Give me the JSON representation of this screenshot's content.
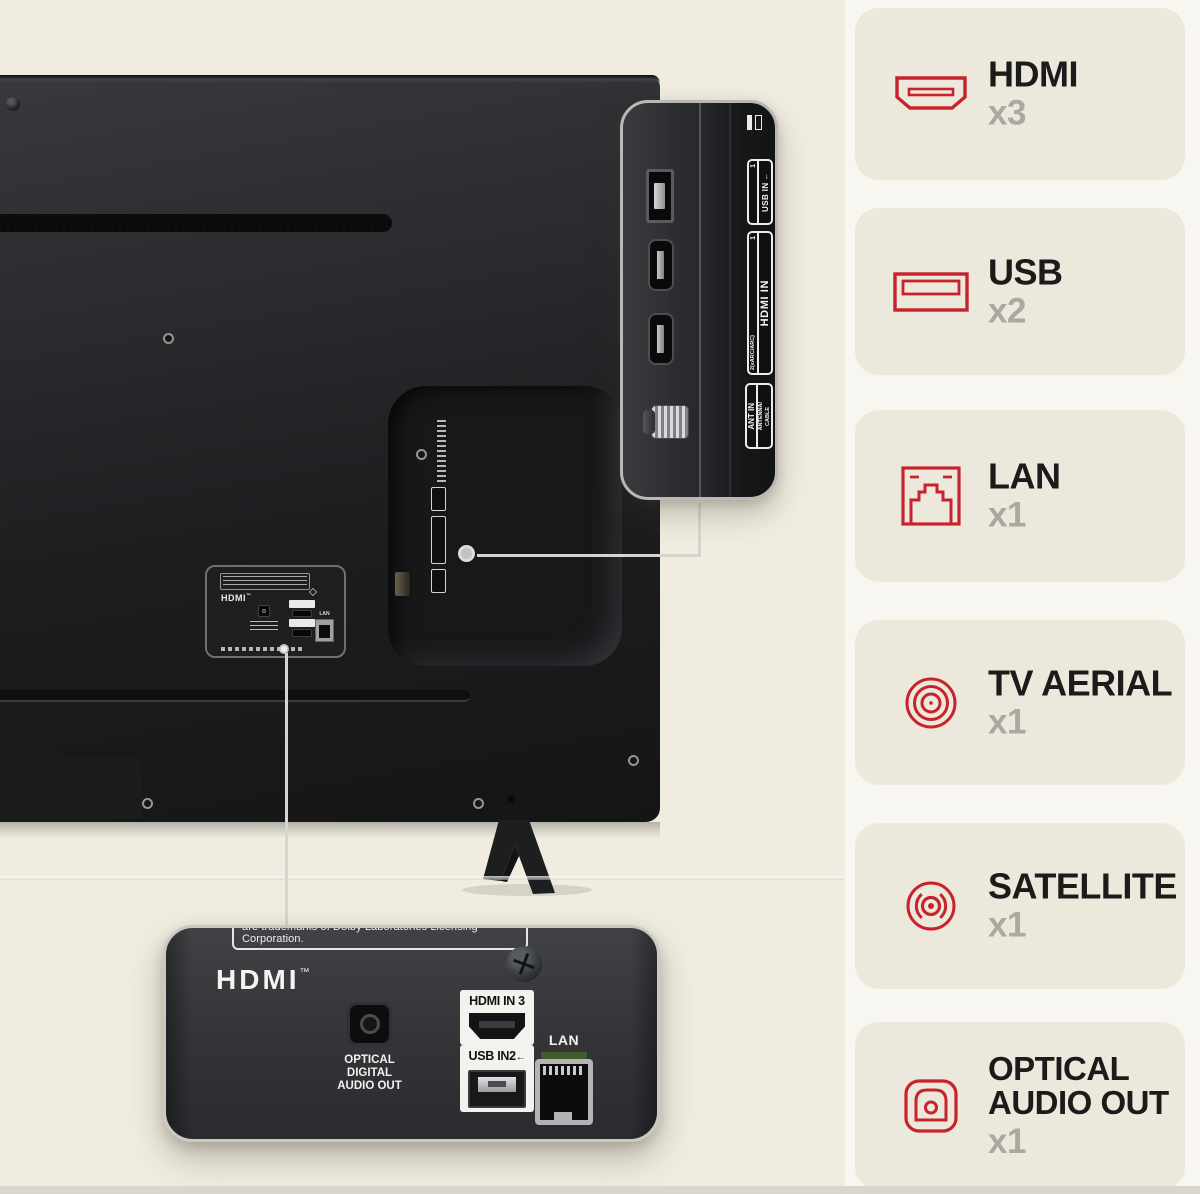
{
  "scene": {
    "connection_cards": [
      {
        "label": "HDMI",
        "count": "x3",
        "icon": "hdmi-port-icon"
      },
      {
        "label": "USB",
        "count": "x2",
        "icon": "usb-port-icon"
      },
      {
        "label": "LAN",
        "count": "x1",
        "icon": "lan-port-icon"
      },
      {
        "label": "TV AERIAL",
        "count": "x1",
        "icon": "aerial-icon"
      },
      {
        "label": "SATELLITE",
        "count": "x1",
        "icon": "satellite-icon"
      },
      {
        "label": "OPTICAL AUDIO OUT",
        "count": "x1",
        "icon": "optical-icon"
      }
    ],
    "side_inset": {
      "usb_label": {
        "title": "USB IN",
        "arrow": "←",
        "number": "1"
      },
      "hdmi_label": {
        "title": "HDMI IN",
        "number1": "1",
        "number2": "2(eARC/ARC)"
      },
      "antenna_label": {
        "title": "ANT IN",
        "line1": "ANTENNA/",
        "line2": "CABLE"
      }
    },
    "bottom_inset": {
      "dolby_text": "are trademarks of Dolby Laboratories Licensing Corporation.",
      "hdmi_logo": "HDMI",
      "hdmi_tm": "™",
      "optical_label_lines": [
        "OPTICAL",
        "DIGITAL",
        "AUDIO OUT"
      ],
      "hdmi_port_label": "HDMI IN 3",
      "usb_port_label": "USB IN2",
      "usb_arrow": "←",
      "lan_label": "LAN"
    },
    "back_label": {
      "hdmi_logo": "HDMI",
      "tm": "™",
      "lan": "LAN"
    },
    "colors": {
      "accent_red": "#c8232d",
      "background": "#f0ecdf",
      "card_bg": "#ece8db",
      "count_gray": "#aba8a1"
    }
  }
}
